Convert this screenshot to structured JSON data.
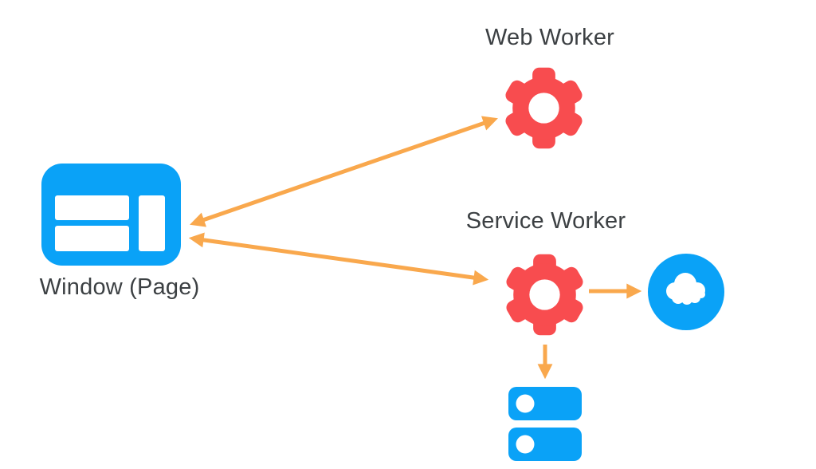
{
  "diagram": {
    "nodes": {
      "web_worker": {
        "label": "Web Worker",
        "icon": "gear-icon"
      },
      "service_worker": {
        "label": "Service Worker",
        "icon": "gear-icon"
      },
      "window_page": {
        "label": "Window (Page)",
        "icon": "browser-window-icon"
      },
      "network_cloud": {
        "icon": "cloud-icon"
      },
      "storage_server": {
        "icon": "server-stack-icon"
      }
    },
    "edges": [
      {
        "from": "window_page",
        "to": "web_worker",
        "style": "bidirectional-arrow"
      },
      {
        "from": "window_page",
        "to": "service_worker",
        "style": "bidirectional-arrow"
      },
      {
        "from": "service_worker",
        "to": "network_cloud",
        "style": "arrow"
      },
      {
        "from": "service_worker",
        "to": "storage_server",
        "style": "arrow"
      }
    ],
    "colors": {
      "blue": "#0aa2f7",
      "red": "#f84c4f",
      "orange": "#f9a84d",
      "text": "#3c4043",
      "bg": "#ffffff"
    }
  }
}
